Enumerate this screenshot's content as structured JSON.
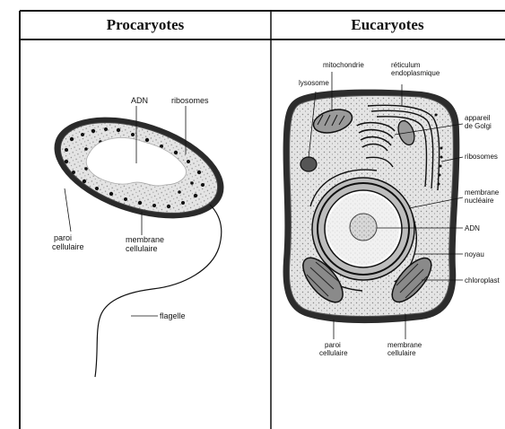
{
  "table": {
    "left_header": "Procaryotes",
    "right_header": "Eucaryotes"
  },
  "procaryote_labels": {
    "adn": "ADN",
    "ribosomes": "ribosomes",
    "paroi": [
      "paroi",
      "cellulaire"
    ],
    "membrane": [
      "membrane",
      "cellulaire"
    ],
    "flagelle": "flagelle"
  },
  "eucaryote_labels": {
    "mitochondrie": "mitochondrie",
    "reticulum": [
      "réticulum",
      "endoplasmique"
    ],
    "lysosome": "lysosome",
    "golgi": [
      "appareil",
      "de Golgi"
    ],
    "ribosomes": "ribosomes",
    "membrane_nucleaire": [
      "membrane",
      "nucléaire"
    ],
    "adn": "ADN",
    "noyau": "noyau",
    "chloroplaste": "chloroplast",
    "paroi": [
      "paroi",
      "cellulaire"
    ],
    "membrane": [
      "membrane",
      "cellulaire"
    ]
  }
}
